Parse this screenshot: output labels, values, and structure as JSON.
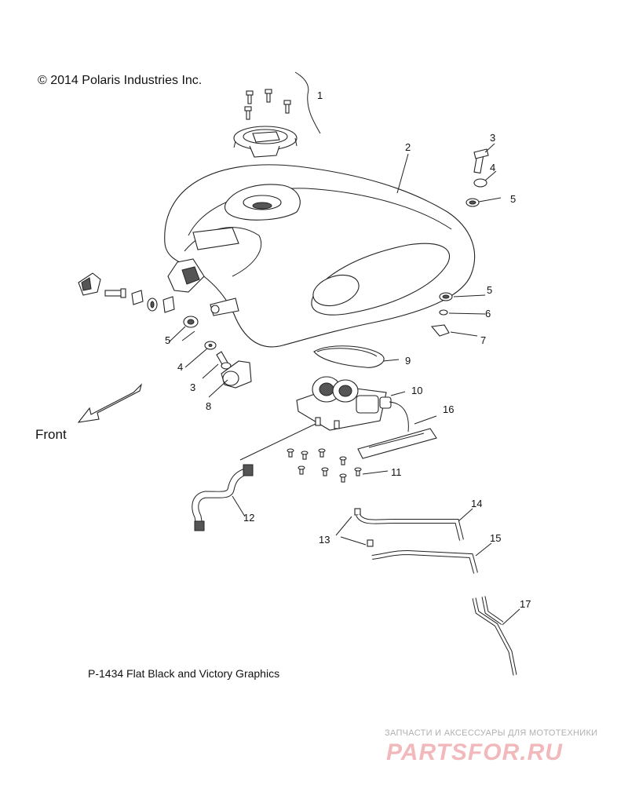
{
  "copyright": "© 2014 Polaris Industries Inc.",
  "caption": "P-1434  Flat Black and Victory Graphics",
  "front_label": "Front",
  "watermark": {
    "tagline": "ЗАПЧАСТИ И АКСЕССУАРЫ ДЛЯ МОТОТЕХНИКИ",
    "logo": "PARTSFOR.RU",
    "logo_color": "#f2b9bd"
  },
  "callouts": {
    "c1": "1",
    "c2": "2",
    "c3a": "3",
    "c4a": "4",
    "c5a": "5",
    "c5b": "5",
    "c6": "6",
    "c7": "7",
    "c5c": "5",
    "c4b": "4",
    "c3b": "3",
    "c8": "8",
    "c9": "9",
    "c10": "10",
    "c16": "16",
    "c11": "11",
    "c12": "12",
    "c13": "13",
    "c14": "14",
    "c15": "15",
    "c17": "17"
  }
}
